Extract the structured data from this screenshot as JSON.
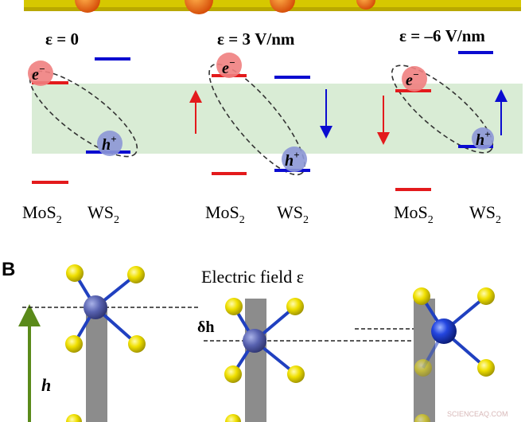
{
  "panel_a": {
    "conditions": [
      {
        "label": "ε = 0",
        "materials": [
          "MoS",
          "WS"
        ],
        "subscript": "2",
        "electron_label": "e",
        "electron_sign": "−",
        "hole_label": "h",
        "hole_sign": "+"
      },
      {
        "label": "ε = 3 V/nm",
        "materials": [
          "MoS",
          "WS"
        ],
        "subscript": "2",
        "electron_label": "e",
        "electron_sign": "−",
        "hole_label": "h",
        "hole_sign": "+",
        "field_arrows": {
          "mos2": "up",
          "ws2": "down"
        }
      },
      {
        "label": "ε = –6 V/nm",
        "materials": [
          "MoS",
          "WS"
        ],
        "subscript": "2",
        "electron_label": "e",
        "electron_sign": "−",
        "hole_label": "h",
        "hole_sign": "+",
        "field_arrows": {
          "mos2": "down",
          "ws2": "up"
        }
      }
    ],
    "colors": {
      "mos2_levels": "#e31a1c",
      "ws2_levels": "#0b0bd0",
      "gap_band": "#d9ecd5",
      "electron": "#f08080",
      "hole": "#8c97d6",
      "exciton_outline": "#333333"
    }
  },
  "panel_b": {
    "panel_label": "B",
    "title": "Electric field ε",
    "delta_label": "δh",
    "height_label": "h",
    "colors": {
      "sulfur": "#e8e000",
      "metal_w": "#1030c8",
      "metal_faded": "#5560a8",
      "pillar": "#8c8c8c",
      "height_arrow": "#5a8a1a"
    }
  },
  "watermark": "SCIENCEAQ.COM"
}
